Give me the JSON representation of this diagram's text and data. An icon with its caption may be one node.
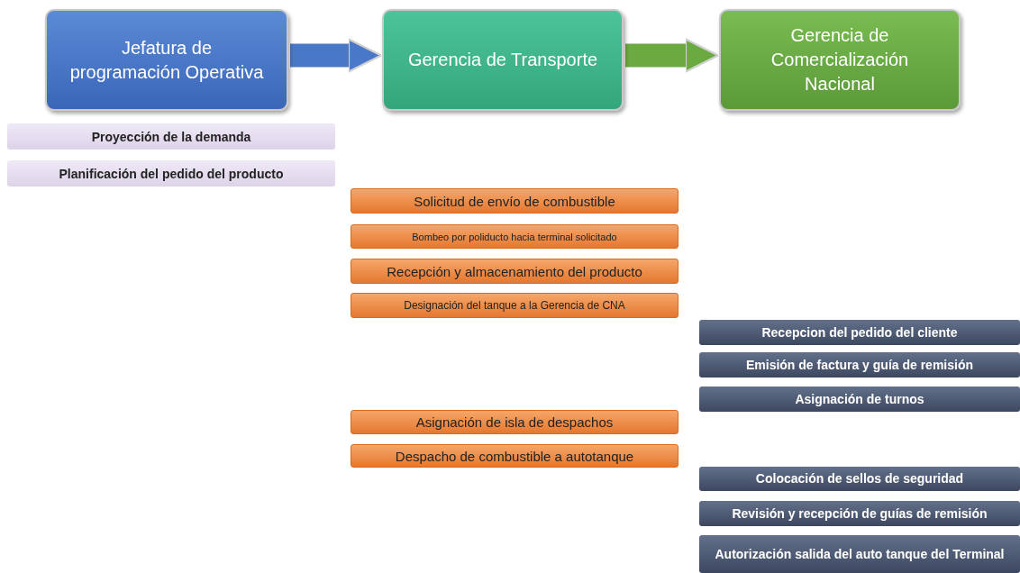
{
  "diagram": {
    "nodes": [
      {
        "text": [
          "Jefatura de programación Operativa"
        ]
      },
      {
        "text": [
          "Gerencia de Transporte"
        ]
      },
      {
        "text": [
          "Gerencia de Comercialización Nacional"
        ]
      },
      {
        "text": [
          "Proyección de la demanda"
        ]
      },
      {
        "text": [
          "Planificación del pedido del producto"
        ]
      },
      {
        "text": [
          "Solicitud de envío de combustible"
        ]
      },
      {
        "text": [
          "Bombeo por poliducto hacia terminal solicitado"
        ]
      },
      {
        "text": [
          "Recepción y almacenamiento del producto"
        ]
      },
      {
        "text": [
          "Designación del tanque a la Gerencia de CNA"
        ]
      },
      {
        "text": [
          "Recepcion del pedido del cliente"
        ]
      },
      {
        "text": [
          "Emisión de factura y guía de remisión"
        ]
      },
      {
        "text": [
          "Asignación de turnos"
        ]
      },
      {
        "text": [
          "Asignación de isla de despachos"
        ]
      },
      {
        "text": [
          "Despacho de combustible a autotanque"
        ]
      },
      {
        "text": [
          "Colocación de sellos de seguridad"
        ]
      },
      {
        "text": [
          "Revisión y recepción de guías de remisión"
        ]
      },
      {
        "text": [
          "Autorización salida del auto tanque del Terminal"
        ]
      }
    ],
    "edges": [
      {
        "from": 0,
        "to": 1,
        "arrow": "to",
        "color": "#4a78c8"
      },
      {
        "from": 1,
        "to": 2,
        "arrow": "to",
        "color": "#6aaa40"
      }
    ]
  }
}
